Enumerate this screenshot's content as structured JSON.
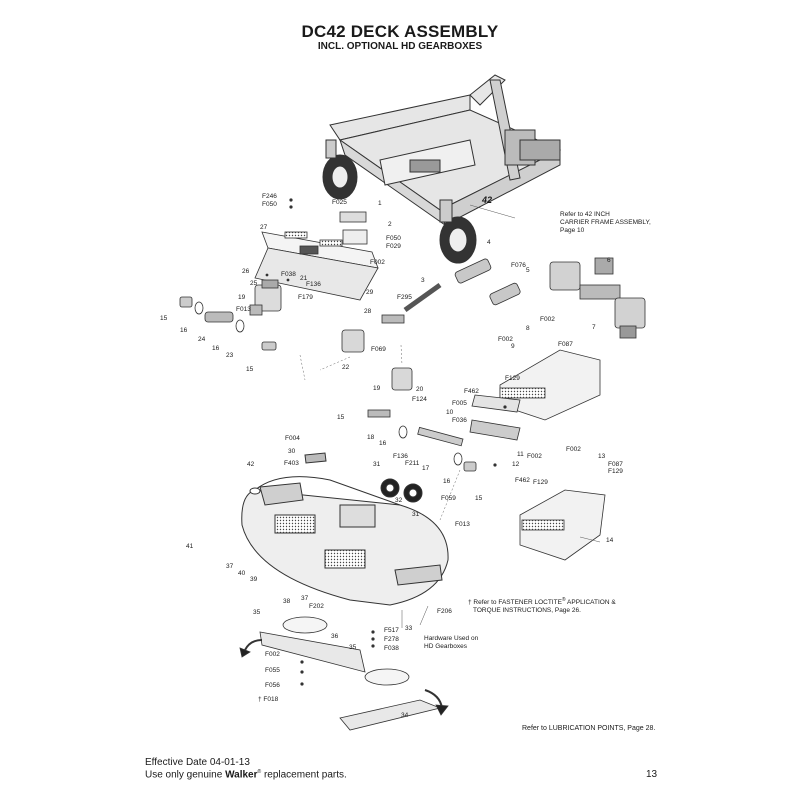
{
  "header": {
    "title": "DC42 DECK ASSEMBLY",
    "subtitle": "INCL. OPTIONAL HD GEARBOXES"
  },
  "notes": {
    "carrier_frame": [
      "Refer to 42 INCH",
      "CARRIER FRAME ASSEMBLY,",
      "Page 10"
    ],
    "loctite_a": "† Refer to FASTENER LOCTITE",
    "loctite_reg": "®",
    "loctite_b": " APPLICATION &",
    "loctite_c": "TORQUE INSTRUCTIONS, Page 26.",
    "hardware": [
      "Hardware Used on",
      "HD Gearboxes"
    ],
    "lubrication": "Refer to LUBRICATION POINTS, Page 28."
  },
  "frame_decal": "42",
  "footer": {
    "effective_date": "Effective Date 04-01-13",
    "parts_a": "Use only genuine ",
    "parts_brand": "Walker",
    "parts_reg": "®",
    "parts_b": " replacement parts.",
    "page_number": "13"
  },
  "callouts": [
    {
      "id": "c-f246",
      "text": "F246"
    },
    {
      "id": "c-f050a",
      "text": "F050"
    },
    {
      "id": "c-f025",
      "text": "F025"
    },
    {
      "id": "c-1",
      "text": "1"
    },
    {
      "id": "c-2",
      "text": "2"
    },
    {
      "id": "c-27",
      "text": "27"
    },
    {
      "id": "c-f050b",
      "text": "F050"
    },
    {
      "id": "c-f029",
      "text": "F029"
    },
    {
      "id": "c-f002a",
      "text": "F002"
    },
    {
      "id": "c-26",
      "text": "26"
    },
    {
      "id": "c-f038",
      "text": "F038"
    },
    {
      "id": "c-21",
      "text": "21"
    },
    {
      "id": "c-25",
      "text": "25"
    },
    {
      "id": "c-f136a",
      "text": "F136"
    },
    {
      "id": "c-f179",
      "text": "F179"
    },
    {
      "id": "c-19a",
      "text": "19"
    },
    {
      "id": "c-f013a",
      "text": "F013"
    },
    {
      "id": "c-15a",
      "text": "15"
    },
    {
      "id": "c-16a",
      "text": "16"
    },
    {
      "id": "c-24",
      "text": "24"
    },
    {
      "id": "c-16b",
      "text": "16"
    },
    {
      "id": "c-23",
      "text": "23"
    },
    {
      "id": "c-15b",
      "text": "15"
    },
    {
      "id": "c-29",
      "text": "29"
    },
    {
      "id": "c-f295",
      "text": "F295"
    },
    {
      "id": "c-28",
      "text": "28"
    },
    {
      "id": "c-3",
      "text": "3"
    },
    {
      "id": "c-4",
      "text": "4"
    },
    {
      "id": "c-f076",
      "text": "F076"
    },
    {
      "id": "c-5",
      "text": "5"
    },
    {
      "id": "c-6",
      "text": "6"
    },
    {
      "id": "c-22",
      "text": "22"
    },
    {
      "id": "c-f069",
      "text": "F069"
    },
    {
      "id": "c-19b",
      "text": "19"
    },
    {
      "id": "c-20",
      "text": "20"
    },
    {
      "id": "c-f124",
      "text": "F124"
    },
    {
      "id": "c-f002b",
      "text": "F002"
    },
    {
      "id": "c-9",
      "text": "9"
    },
    {
      "id": "c-8",
      "text": "8"
    },
    {
      "id": "c-f002c",
      "text": "F002"
    },
    {
      "id": "c-f087a",
      "text": "F087"
    },
    {
      "id": "c-7",
      "text": "7"
    },
    {
      "id": "c-f129a",
      "text": "F129"
    },
    {
      "id": "c-f462a",
      "text": "F462"
    },
    {
      "id": "c-f005",
      "text": "F005"
    },
    {
      "id": "c-10",
      "text": "10"
    },
    {
      "id": "c-f036",
      "text": "F036"
    },
    {
      "id": "c-15c",
      "text": "15"
    },
    {
      "id": "c-18",
      "text": "18"
    },
    {
      "id": "c-16c",
      "text": "16"
    },
    {
      "id": "c-f004",
      "text": "F004"
    },
    {
      "id": "c-30",
      "text": "30"
    },
    {
      "id": "c-f403",
      "text": "F403"
    },
    {
      "id": "c-f136b",
      "text": "F136"
    },
    {
      "id": "c-f211",
      "text": "F211"
    },
    {
      "id": "c-17",
      "text": "17"
    },
    {
      "id": "c-11",
      "text": "11"
    },
    {
      "id": "c-12",
      "text": "12"
    },
    {
      "id": "c-f002d",
      "text": "F002"
    },
    {
      "id": "c-f002e",
      "text": "F002"
    },
    {
      "id": "c-13",
      "text": "13"
    },
    {
      "id": "c-f087b",
      "text": "F087"
    },
    {
      "id": "c-f129b",
      "text": "F129"
    },
    {
      "id": "c-f462b",
      "text": "F462"
    },
    {
      "id": "c-f129c",
      "text": "F129"
    },
    {
      "id": "c-42",
      "text": "42"
    },
    {
      "id": "c-31a",
      "text": "31"
    },
    {
      "id": "c-16d",
      "text": "16"
    },
    {
      "id": "c-15d",
      "text": "15"
    },
    {
      "id": "c-32",
      "text": "32"
    },
    {
      "id": "c-f059",
      "text": "F059"
    },
    {
      "id": "c-31b",
      "text": "31"
    },
    {
      "id": "c-f013b",
      "text": "F013"
    },
    {
      "id": "c-14",
      "text": "14"
    },
    {
      "id": "c-41",
      "text": "41"
    },
    {
      "id": "c-37a",
      "text": "37"
    },
    {
      "id": "c-40",
      "text": "40"
    },
    {
      "id": "c-39",
      "text": "39"
    },
    {
      "id": "c-38",
      "text": "38"
    },
    {
      "id": "c-37b",
      "text": "37"
    },
    {
      "id": "c-f202",
      "text": "F202"
    },
    {
      "id": "c-f206",
      "text": "F206"
    },
    {
      "id": "c-35a",
      "text": "35"
    },
    {
      "id": "c-36",
      "text": "36"
    },
    {
      "id": "c-f517",
      "text": "F517"
    },
    {
      "id": "c-f278",
      "text": "F278"
    },
    {
      "id": "c-f038b",
      "text": "F038"
    },
    {
      "id": "c-33",
      "text": "33"
    },
    {
      "id": "c-f002f",
      "text": "F002"
    },
    {
      "id": "c-f055",
      "text": "F055"
    },
    {
      "id": "c-f056",
      "text": "F056"
    },
    {
      "id": "c-f018",
      "text": "† F018"
    },
    {
      "id": "c-35b",
      "text": "35"
    },
    {
      "id": "c-34",
      "text": "34"
    }
  ]
}
